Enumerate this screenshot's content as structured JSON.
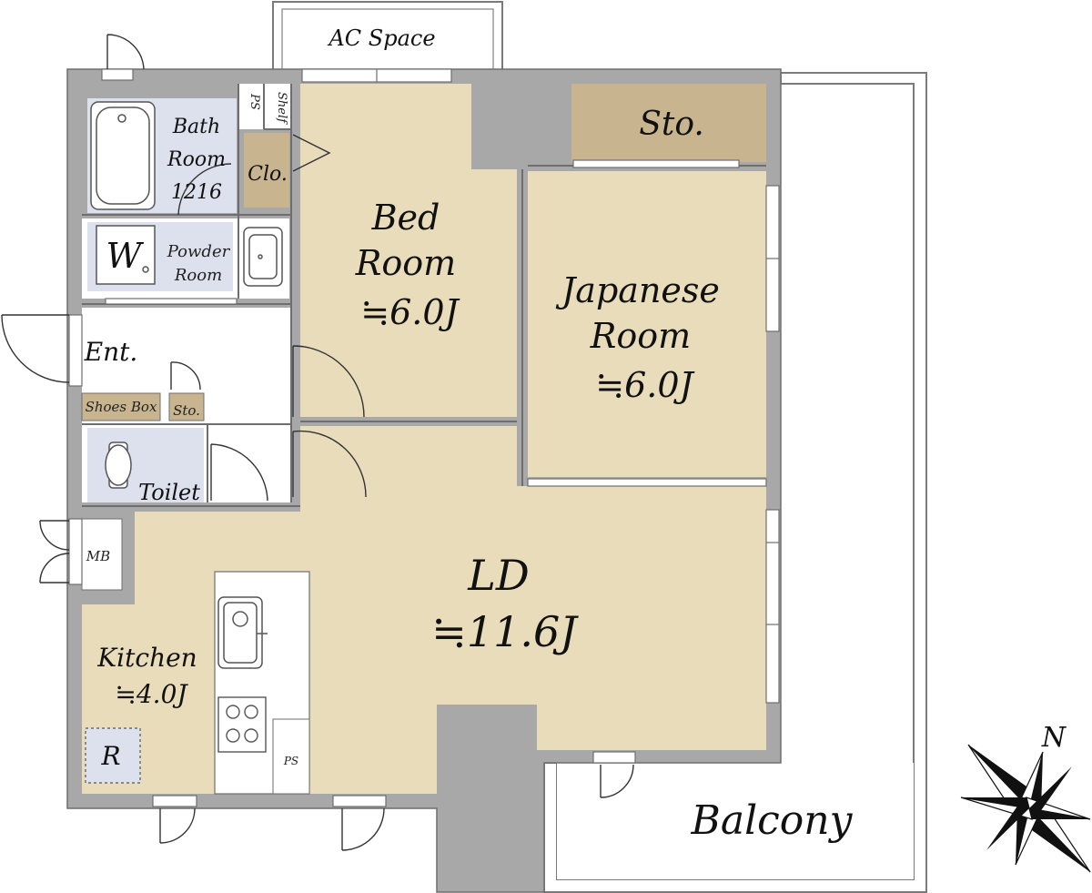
{
  "colors": {
    "wall": "#a8a8a8",
    "room_floor": "#e8dcbb",
    "storage_floor": "#c8b48f",
    "wet_area": "#dde1ee",
    "white_area": "#ffffff",
    "outline": "#6e6e6e"
  },
  "rooms": {
    "ac_space": "AC Space",
    "bath_line1": "Bath",
    "bath_line2": "Room",
    "bath_line3": "1216",
    "ps_top": "PS",
    "shelf": "Shelf",
    "closet": "Clo.",
    "bed_line1": "Bed",
    "bed_line2": "Room",
    "bed_size": "≒6.0J",
    "storage_top": "Sto.",
    "japanese_line1": "Japanese",
    "japanese_line2": "Room",
    "japanese_size": "≒6.0J",
    "washer": "W",
    "powder_line1": "Powder",
    "powder_line2": "Room",
    "entrance": "Ent.",
    "shoes_box": "Shoes Box",
    "storage_small": "Sto.",
    "toilet": "Toilet",
    "mb": "MB",
    "ld": "LD",
    "ld_size": "≒11.6J",
    "kitchen": "Kitchen",
    "kitchen_size": "≒4.0J",
    "refrigerator": "R",
    "ps_kitchen": "PS",
    "balcony": "Balcony"
  },
  "compass": {
    "north_label": "N",
    "icon": "compass-rose-icon"
  }
}
